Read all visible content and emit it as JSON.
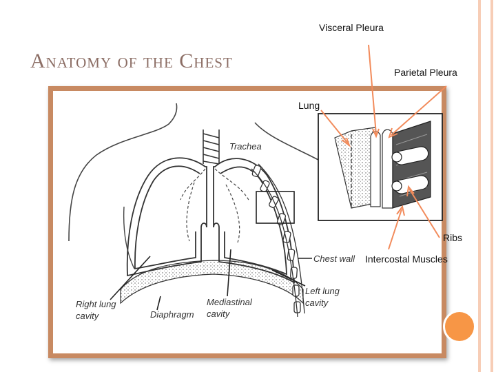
{
  "slide": {
    "title": "Anatomy of the Chest",
    "accent_color": "#f79646",
    "title_color": "#8c6e65",
    "frame_color": "#c88a62",
    "stripe_color": "#f7cdb6"
  },
  "diagram": {
    "callouts": {
      "visceral_pleura": "Visceral Pleura",
      "parietal_pleura": "Parietal Pleura",
      "lung": "Lung",
      "ribs": "Ribs",
      "intercostal_muscles": "Intercostal Muscles"
    },
    "labels": {
      "trachea": "Trachea",
      "chest_wall": "Chest wall",
      "right_lung_cavity_1": "Right lung",
      "right_lung_cavity_2": "cavity",
      "diaphragm": "Diaphragm",
      "mediastinal_cavity_1": "Mediastinal",
      "mediastinal_cavity_2": "cavity",
      "left_lung_cavity_1": "Left lung",
      "left_lung_cavity_2": "cavity"
    }
  }
}
